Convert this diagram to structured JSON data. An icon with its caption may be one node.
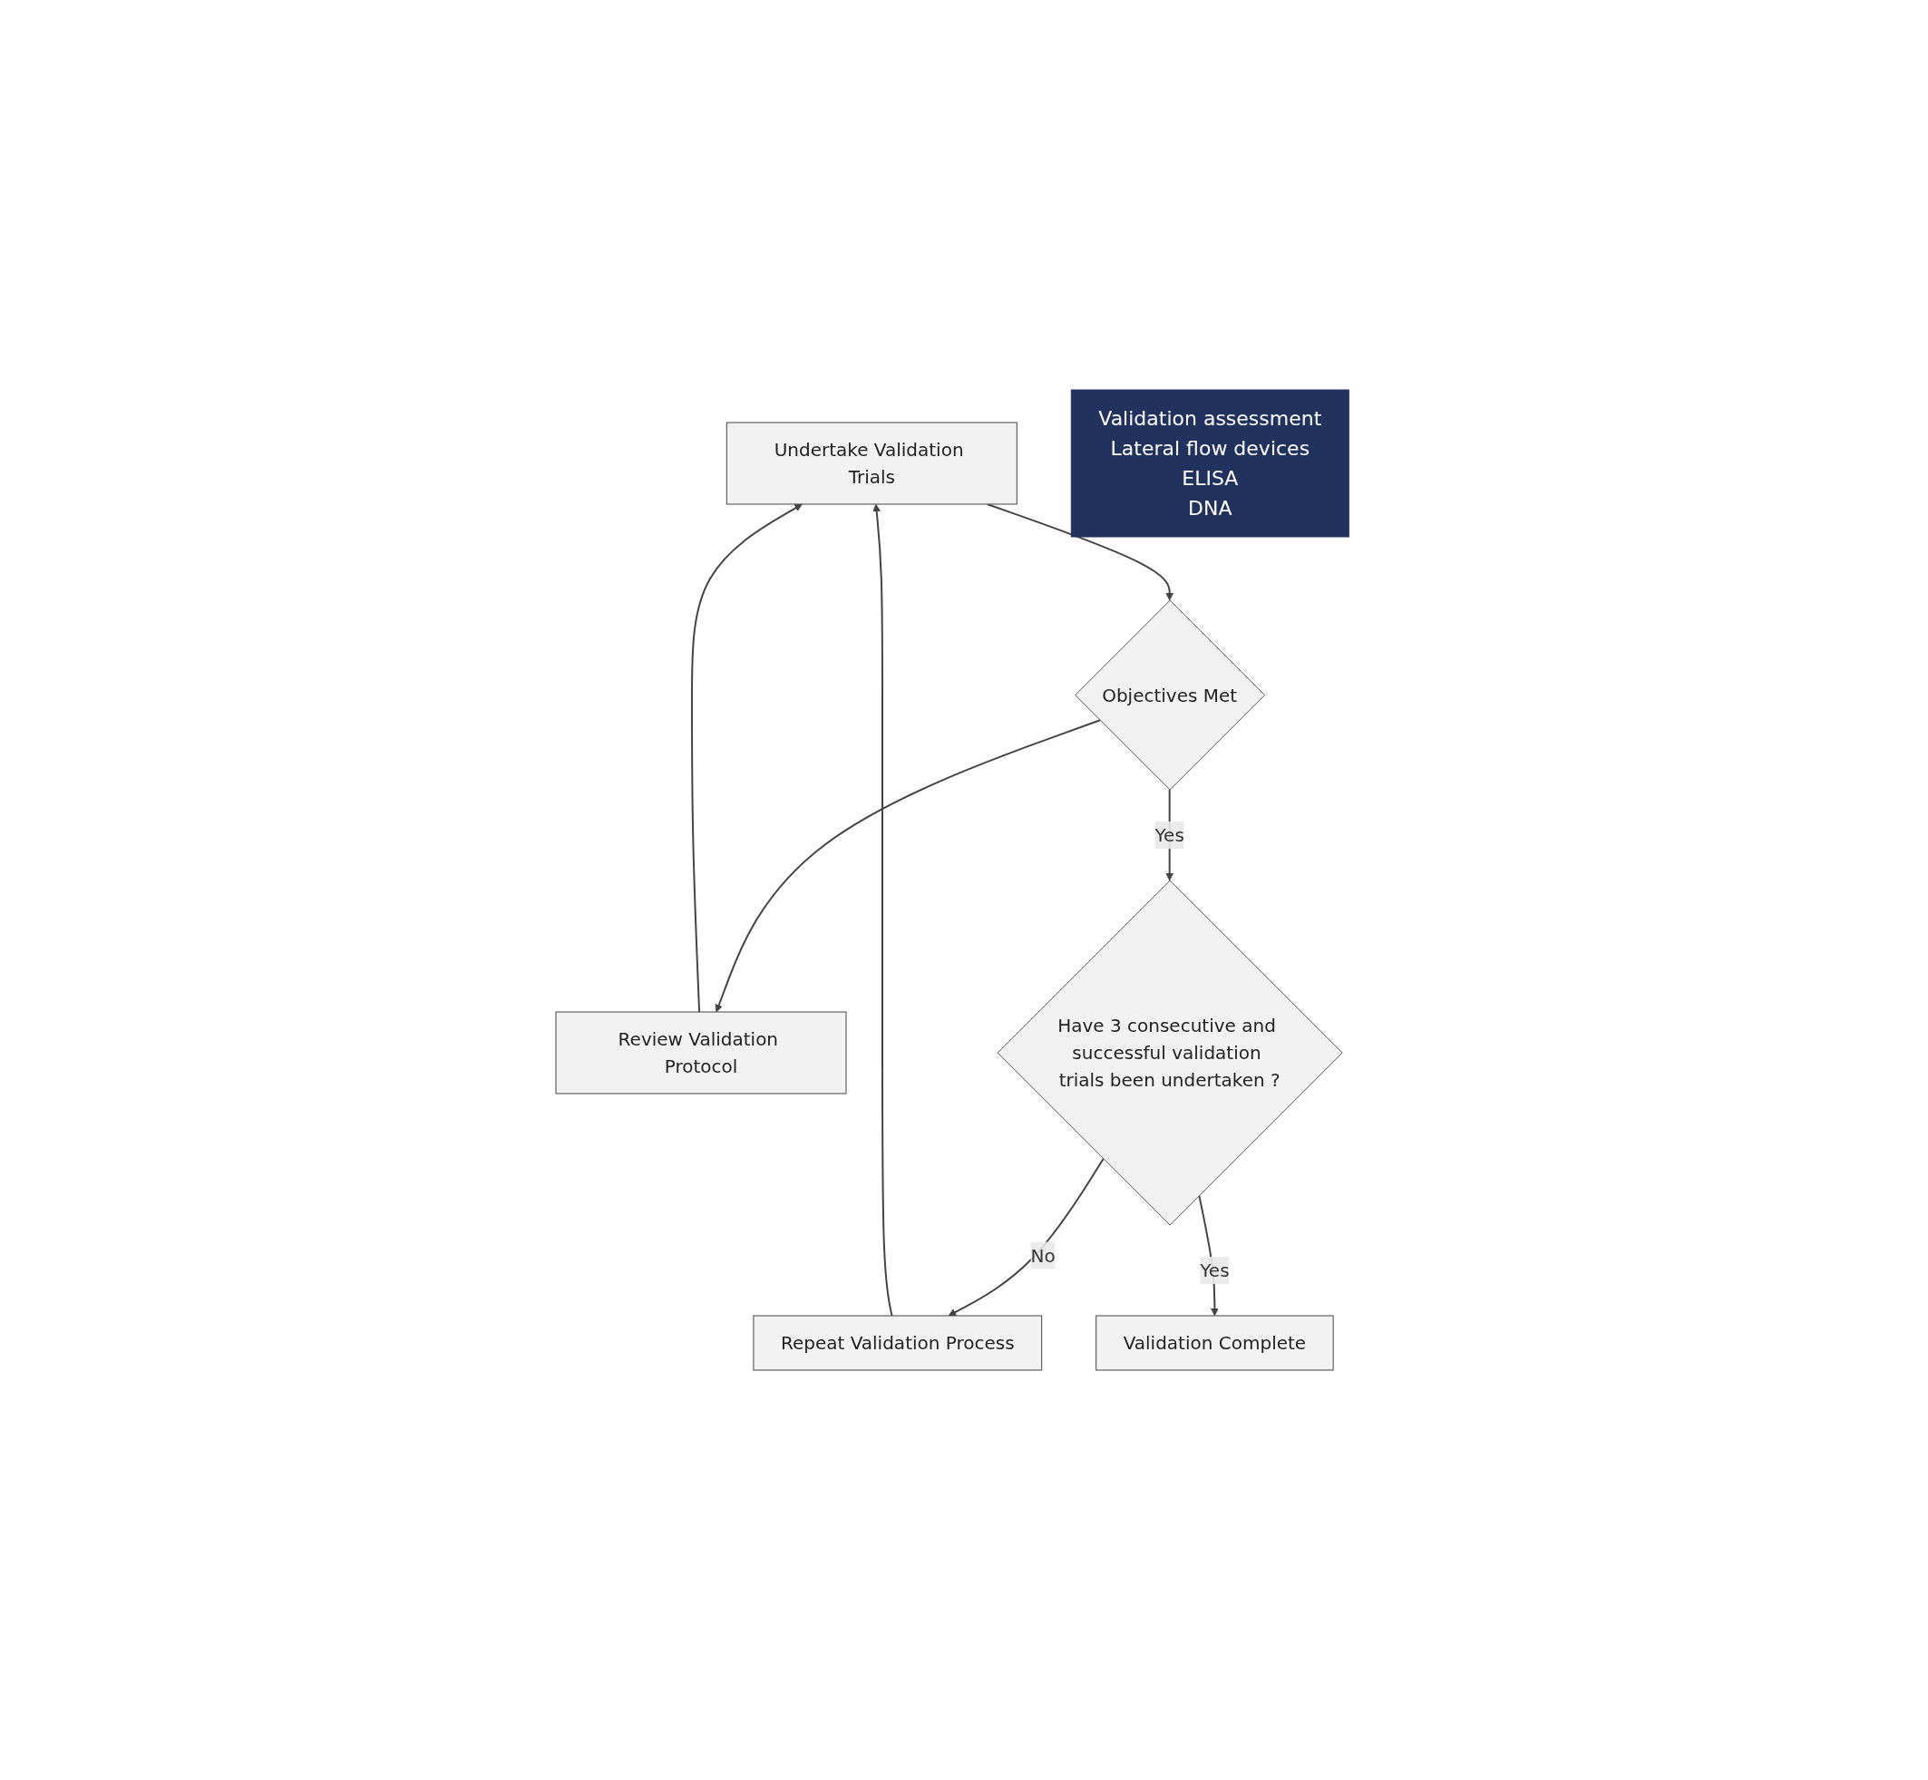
{
  "diagram": {
    "nodes": [
      {
        "text": [
          "Undertake Validation Trials"
        ]
      },
      {
        "text": [
          "Review Validation Protocol"
        ]
      },
      {
        "text": [
          "Repeat Validation Process"
        ]
      },
      {
        "text": [
          "Objectives Met"
        ]
      },
      {
        "text": [
          "Have 3 consecutive and successful validation trials been undertaken ?"
        ]
      },
      {
        "text": [
          "Validation Complete"
        ]
      },
      {
        "text": [
          "Validation assessment",
          "Lateral flow devices",
          "ELISA",
          "DNA"
        ]
      }
    ],
    "edges": [
      {
        "from": 1,
        "to": 0,
        "arrow": "to"
      },
      {
        "from": 2,
        "to": 0,
        "arrow": "to"
      },
      {
        "from": 0,
        "to": 3,
        "arrow": "to"
      },
      {
        "from": 3,
        "to": 1,
        "arrow": "to"
      },
      {
        "from": 3,
        "to": 4,
        "label": "Yes",
        "arrow": "to"
      },
      {
        "from": 4,
        "to": 2,
        "label": "No",
        "arrow": "to"
      },
      {
        "from": 4,
        "to": 5,
        "label": "Yes",
        "arrow": "to"
      }
    ]
  }
}
